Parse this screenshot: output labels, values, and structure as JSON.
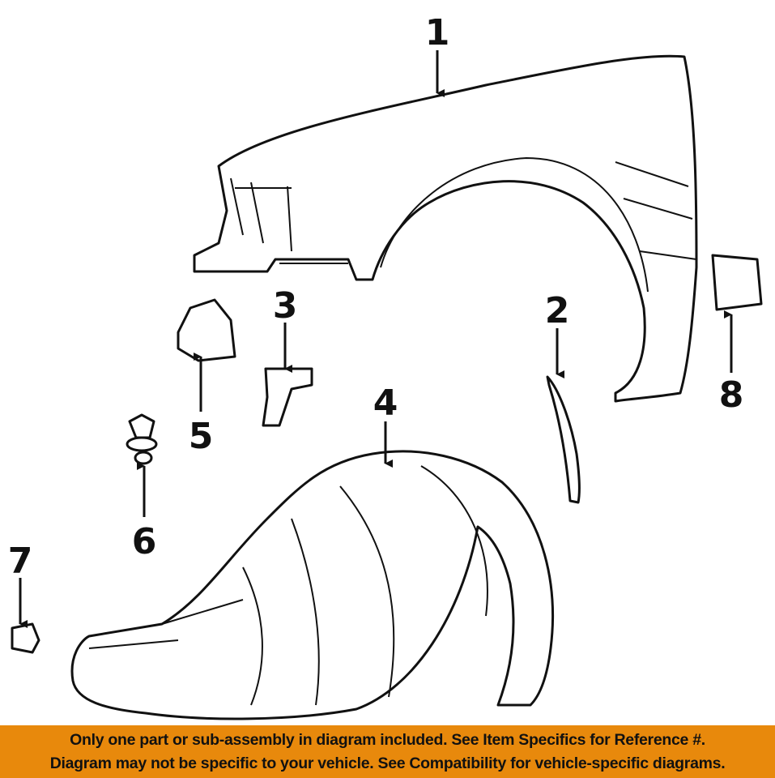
{
  "callouts": [
    "1",
    "2",
    "3",
    "4",
    "5",
    "6",
    "7",
    "8"
  ],
  "parts": [
    "fender",
    "fender-molding",
    "bracket",
    "fender-liner",
    "mount-bracket",
    "clip",
    "retainer",
    "mud-flap"
  ],
  "banner": {
    "line1": "Only one part or sub-assembly in diagram included. See Item Specifics for Reference #.",
    "line2": "Diagram may not be specific to your vehicle. See Compatibility for vehicle-specific diagrams.",
    "color": "#E8890C"
  }
}
